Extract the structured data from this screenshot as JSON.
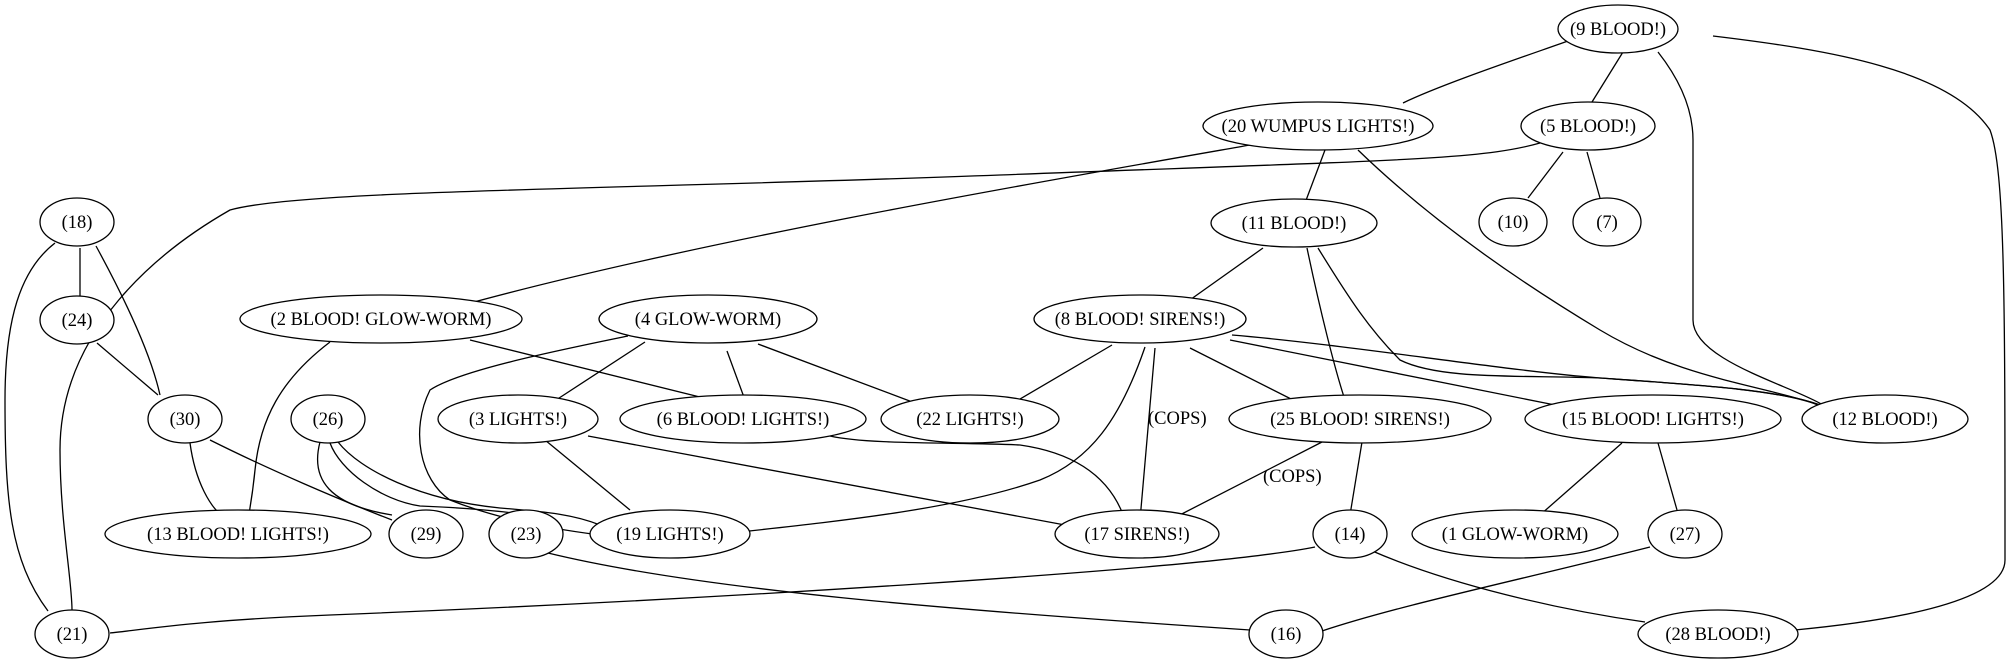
{
  "nodes": {
    "n9": "(9 BLOOD!)",
    "n20": "(20 WUMPUS LIGHTS!)",
    "n5": "(5 BLOOD!)",
    "n18": "(18)",
    "n11": "(11 BLOOD!)",
    "n10": "(10)",
    "n7": "(7)",
    "n24": "(24)",
    "n2": "(2 BLOOD! GLOW-WORM)",
    "n4": "(4 GLOW-WORM)",
    "n8": "(8 BLOOD! SIRENS!)",
    "n30": "(30)",
    "n26": "(26)",
    "n3": "(3 LIGHTS!)",
    "n6": "(6 BLOOD! LIGHTS!)",
    "n22": "(22 LIGHTS!)",
    "n25": "(25 BLOOD! SIRENS!)",
    "n15": "(15 BLOOD! LIGHTS!)",
    "n12": "(12 BLOOD!)",
    "n13": "(13 BLOOD! LIGHTS!)",
    "n29": "(29)",
    "n23": "(23)",
    "n19": "(19 LIGHTS!)",
    "n17": "(17 SIRENS!)",
    "n14": "(14)",
    "n1": "(1 GLOW-WORM)",
    "n27": "(27)",
    "n21": "(21)",
    "n16": "(16)",
    "n28": "(28 BLOOD!)"
  },
  "edge_labels": {
    "e8_17": "(COPS)",
    "e25_17": "(COPS)"
  }
}
